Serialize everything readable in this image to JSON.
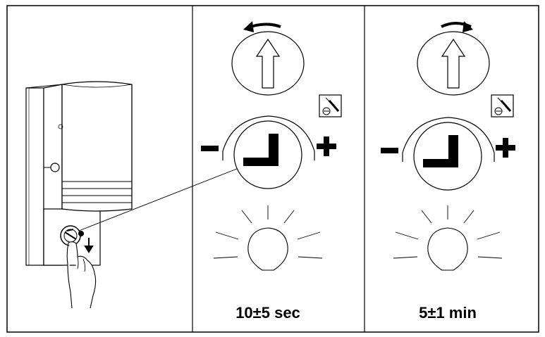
{
  "panels": [
    {
      "id": "installation"
    },
    {
      "id": "short-setting",
      "caption": "10±5 sec"
    },
    {
      "id": "long-setting",
      "caption": "5±1 min"
    }
  ],
  "icons": {
    "rotate_arrow": "rotate-arrow-icon",
    "up_arrow": "up-arrow-icon",
    "screwdriver": "screwdriver-icon",
    "clock_dial": "clock-dial-icon",
    "minus": "minus-icon",
    "plus": "plus-icon",
    "bulb": "light-bulb-icon",
    "hand": "hand-icon"
  },
  "colors": {
    "line": "#000000",
    "background": "#ffffff"
  }
}
